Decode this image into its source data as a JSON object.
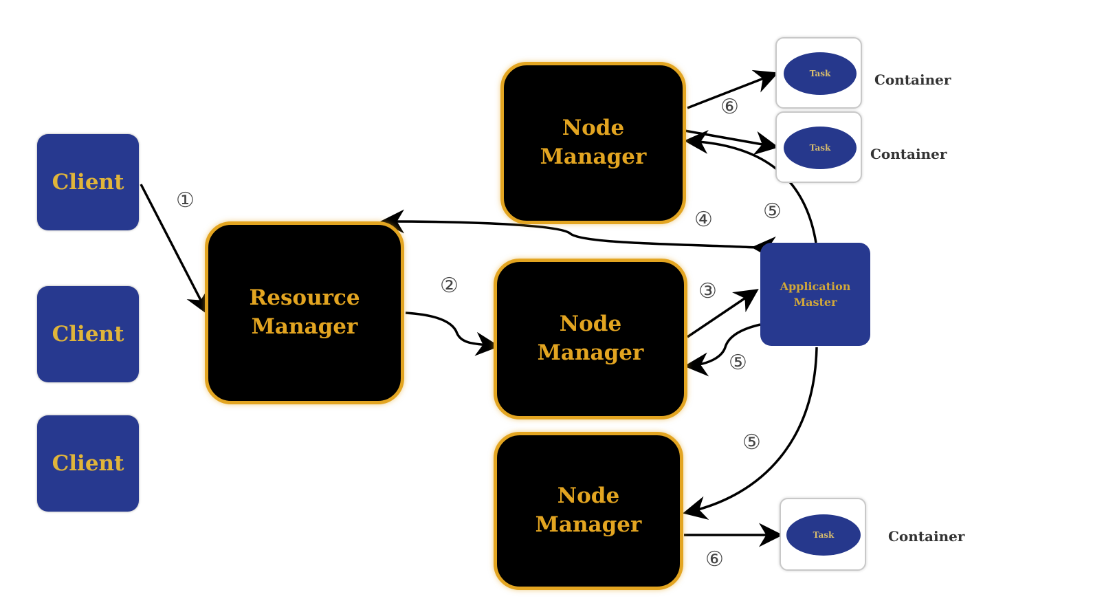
{
  "clients": [
    "Client",
    "Client",
    "Client"
  ],
  "resource_manager": "Resource\nManager",
  "node_managers": [
    "Node\nManager",
    "Node\nManager",
    "Node\nManager"
  ],
  "application_master": "Application\nMaster",
  "tasks": [
    "Task",
    "Task",
    "Task"
  ],
  "containers": [
    "Container",
    "Container",
    "Container"
  ],
  "step_numbers": [
    "①",
    "②",
    "③",
    "④",
    "⑤",
    "⑤",
    "⑤",
    "⑥",
    "⑥"
  ],
  "colors": {
    "client_blue": "#27398f",
    "nm_gold": "#e3a521",
    "label_gold": "#e0b53a",
    "node_black": "#000000"
  }
}
